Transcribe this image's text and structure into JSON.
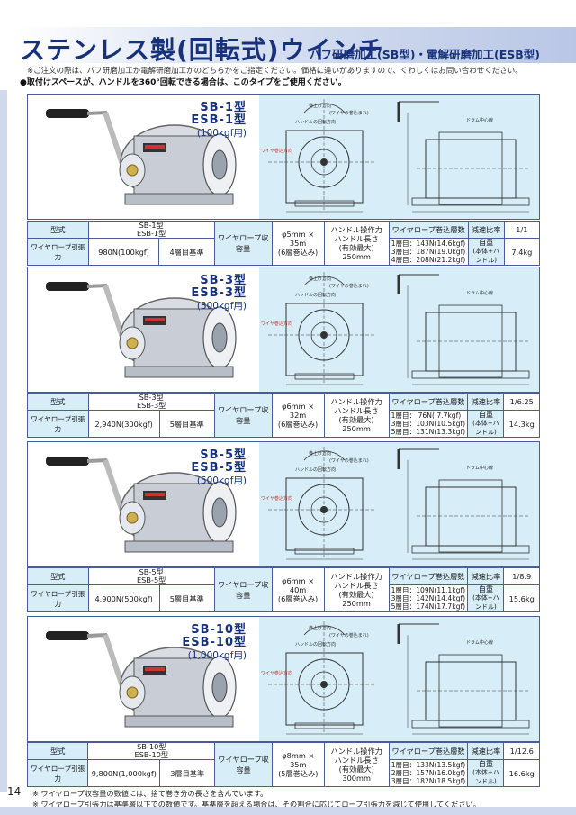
{
  "header": {
    "title": "ステンレス製(回転式)ウインチ",
    "subtitle": "バフ研磨加工(SB型)・電解研磨加工(ESB型)",
    "note1": "※ご注文の際は、バフ研磨加工か電解研磨加工かのどちらかをご指定ください。価格に違いがありますので、くわしくはお問い合わせください。",
    "note2": "●取付けスペースが、ハンドルを360°回転できる場合は、このタイプをご使用ください。"
  },
  "labels": {
    "type": "型式",
    "pull": "ワイヤロープ引張力",
    "capacity": "ワイヤロープ収容量",
    "handle": "ハンドル操作力",
    "handle2": "ハンドル長さ",
    "eff": "(有効最大)",
    "rope_title": "ワイヤロープ巻込層数",
    "ratio": "減速比率",
    "weight_label": "自重",
    "weight_sub": "(本体+ハンドル)",
    "draw_rope_dir": "巻上げ方向",
    "draw_rope_dir2": "(ワイヤの巻込まれ)",
    "draw_handle_dir": "ハンドルの回転方向",
    "draw_wire": "ワイヤ巻込方向",
    "draw_drum": "ドラム中心線"
  },
  "models": [
    {
      "model1": "SB-1型",
      "model2": "ESB-1型",
      "cap": "(100kgf用)",
      "type_a": "SB-1型",
      "type_b": "ESB-1型",
      "pull": "980N(100kgf)",
      "pull_layer": "4層目基準",
      "rope": "φ5mm × 35m",
      "rope_layers": "(6層巻込み)",
      "handle_len": "250mm",
      "layers": [
        "1層目：143N(14.6kgf)",
        "3層目：187N(19.0kgf)",
        "4層目：208N(21.2kgf)"
      ],
      "ratio": "1/1",
      "weight": "7.4kg"
    },
    {
      "model1": "SB-3型",
      "model2": "ESB-3型",
      "cap": "(300kgf用)",
      "type_a": "SB-3型",
      "type_b": "ESB-3型",
      "pull": "2,940N(300kgf)",
      "pull_layer": "5層目基準",
      "rope": "φ6mm × 32m",
      "rope_layers": "(6層巻込み)",
      "handle_len": "250mm",
      "layers": [
        "1層目：  76N(  7.7kgf)",
        "3層目：103N(10.5kgf)",
        "5層目：131N(13.3kgf)"
      ],
      "ratio": "1/6.25",
      "weight": "14.3kg"
    },
    {
      "model1": "SB-5型",
      "model2": "ESB-5型",
      "cap": "(500kgf用)",
      "type_a": "SB-5型",
      "type_b": "ESB-5型",
      "pull": "4,900N(500kgf)",
      "pull_layer": "5層目基準",
      "rope": "φ6mm × 40m",
      "rope_layers": "(6層巻込み)",
      "handle_len": "250mm",
      "layers": [
        "1層目：109N(11.1kgf)",
        "3層目：142N(14.4kgf)",
        "5層目：174N(17.7kgf)"
      ],
      "ratio": "1/8.9",
      "weight": "15.6kg"
    },
    {
      "model1": "SB-10型",
      "model2": "ESB-10型",
      "cap": "(1,000kgf用)",
      "type_a": "SB-10型",
      "type_b": "ESB-10型",
      "pull": "9,800N(1,000kgf)",
      "pull_layer": "3層目基準",
      "rope": "φ8mm × 35m",
      "rope_layers": "(5層巻込み)",
      "handle_len": "300mm",
      "layers": [
        "1層目：133N(13.5kgf)",
        "2層目：157N(16.0kgf)",
        "3層目：182N(18.5kgf)"
      ],
      "ratio": "1/12.6",
      "weight": "16.6kg"
    }
  ],
  "footer": {
    "page": "14",
    "note1": "※ ワイヤロープ収容量の数値には、捨て巻き分の長さを含んでいます。",
    "note2": "※ ワイヤロープ引張力は基準層以下での数値です。基準層を超える場合は、その割合に応じてロープ引張力を減じて使用してください。"
  },
  "colors": {
    "brand": "#17327a",
    "drawing_bg": "#d7eef8",
    "border": "#4a5d9a"
  }
}
